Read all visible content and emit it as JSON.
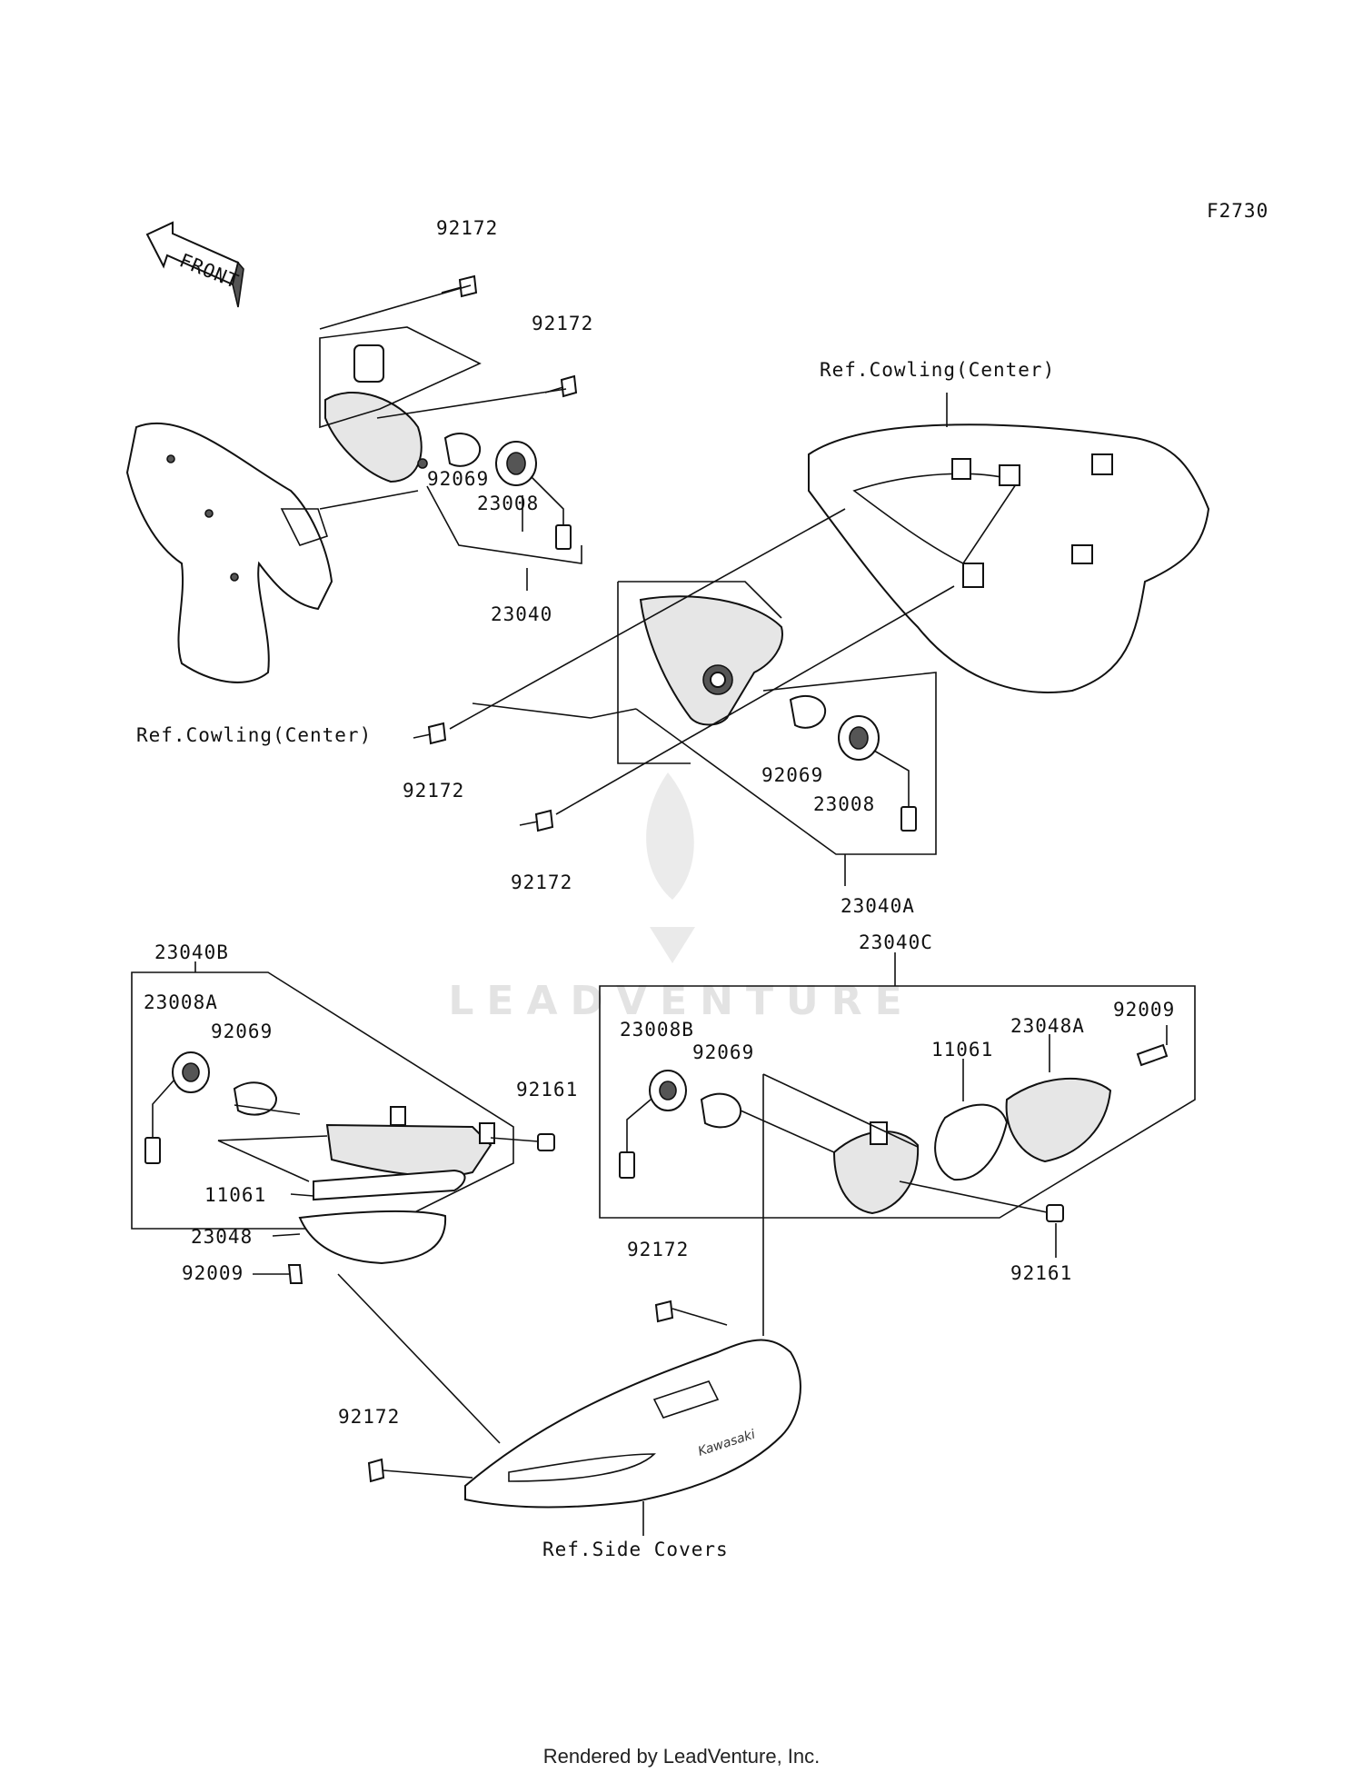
{
  "diagram_code": "F2730",
  "front_label": "FRONT",
  "watermark": "LEADVENTURE",
  "footer": "Rendered by LeadVenture, Inc.",
  "labels": {
    "a": "92172",
    "b": "92172",
    "c": "92069",
    "d": "23008",
    "e": "23040",
    "f": "Ref.Cowling(Center)",
    "g": "Ref.Cowling(Center)",
    "h": "92172",
    "i": "92069",
    "j": "23008",
    "k": "92172",
    "l": "23040A",
    "m": "23040B",
    "n": "23008A",
    "o": "92069",
    "p": "92161",
    "q": "11061",
    "r": "23048",
    "s": "92009",
    "t": "23040C",
    "u": "23008B",
    "v": "92069",
    "w": "11061",
    "x": "23048A",
    "y": "92009",
    "z": "92161",
    "aa": "92172",
    "ab": "92172",
    "ac": "Ref.Side Covers"
  }
}
